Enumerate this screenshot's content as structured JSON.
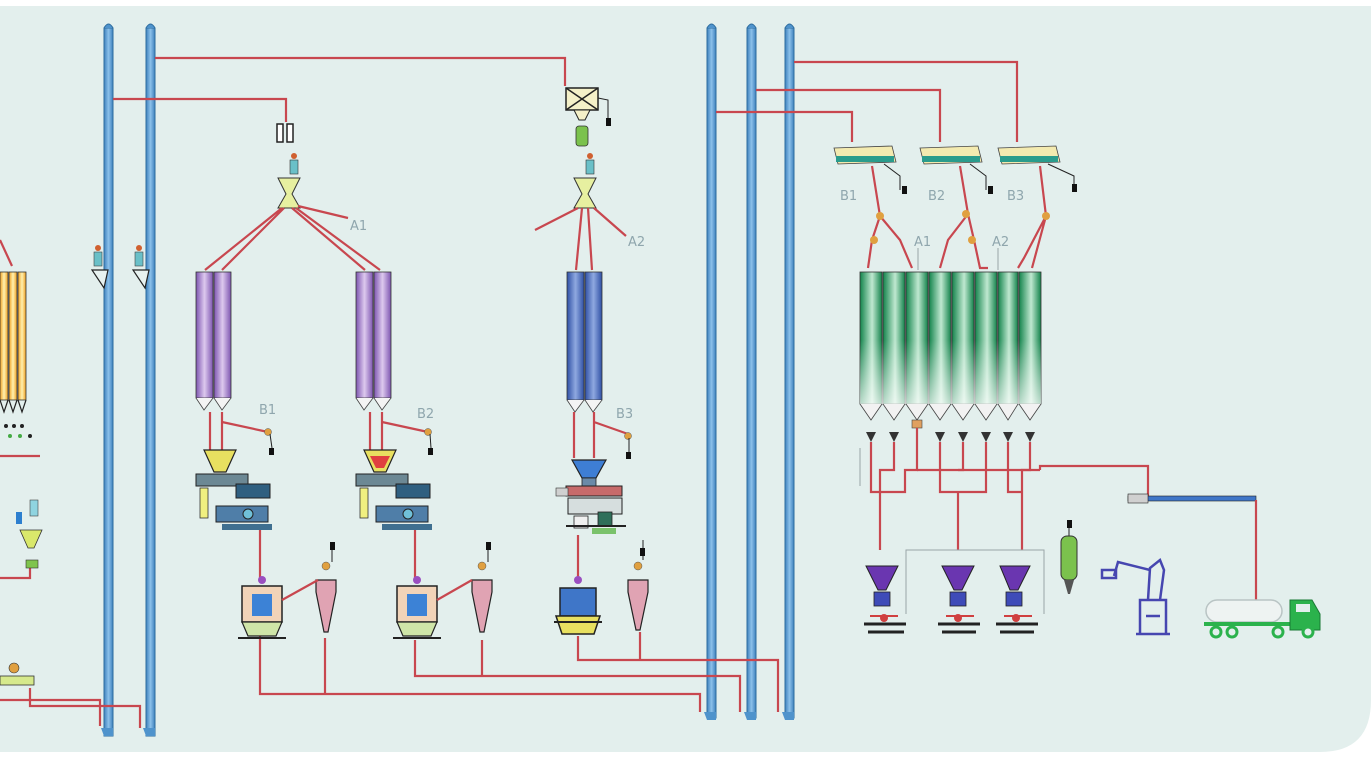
{
  "diagram": {
    "colors": {
      "background": "#e3efed",
      "pipe": "#c8474f",
      "elevator": "#4f93cc",
      "silo_purple": "#9b6fc0",
      "silo_blue": "#3f66b8",
      "silo_green": "#1f9a5c",
      "silo_yellow": "#f2b33d",
      "packer": "#5a2ca0",
      "truck": "#2bb24c",
      "palletizer": "#4646b0"
    },
    "labels": {
      "b1_left": "B1",
      "b2_left": "B2",
      "b3_left": "B3",
      "a1_left": "A1",
      "a2_left": "A2",
      "b1_right": "B1",
      "b2_right": "B2",
      "b3_right": "B3",
      "a1_right": "A1",
      "a2_right": "A2"
    }
  }
}
